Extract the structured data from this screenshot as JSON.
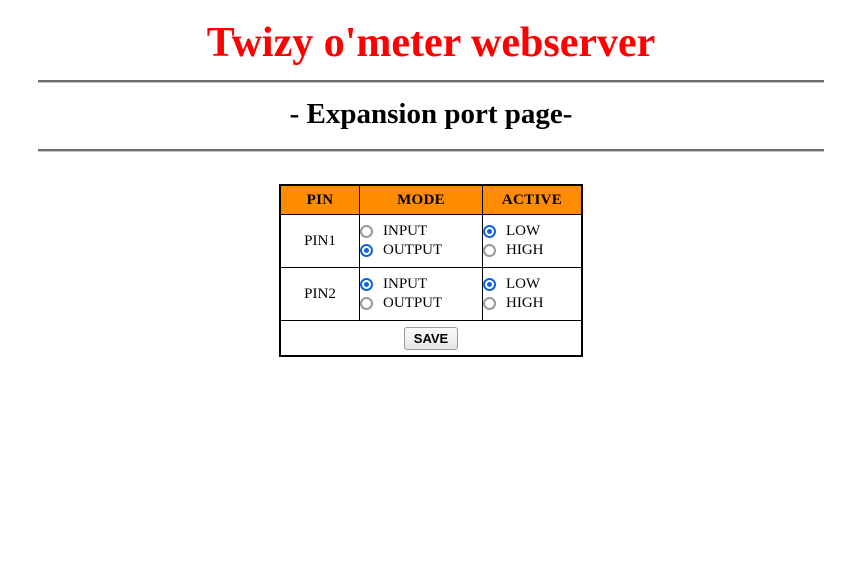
{
  "page": {
    "title": "Twizy o'meter webserver",
    "subtitle_prefix": "-",
    "subtitle": "Expansion port page",
    "subtitle_suffix": "-",
    "title_color": "#ff0000",
    "header_bg_color": "#ff8c00",
    "radio_checked_color": "#1263e2",
    "radio_unchecked_color": "#9a9a9a"
  },
  "table": {
    "columns": [
      "PIN",
      "MODE",
      "ACTIVE"
    ],
    "rows": [
      {
        "pin": "PIN1",
        "mode": {
          "options": [
            {
              "label": "INPUT",
              "checked": false
            },
            {
              "label": "OUTPUT",
              "checked": true
            }
          ]
        },
        "active": {
          "options": [
            {
              "label": "LOW",
              "checked": true
            },
            {
              "label": "HIGH",
              "checked": false
            }
          ]
        }
      },
      {
        "pin": "PIN2",
        "mode": {
          "options": [
            {
              "label": "INPUT",
              "checked": true
            },
            {
              "label": "OUTPUT",
              "checked": false
            }
          ]
        },
        "active": {
          "options": [
            {
              "label": "LOW",
              "checked": true
            },
            {
              "label": "HIGH",
              "checked": false
            }
          ]
        }
      }
    ],
    "save_label": "SAVE"
  }
}
